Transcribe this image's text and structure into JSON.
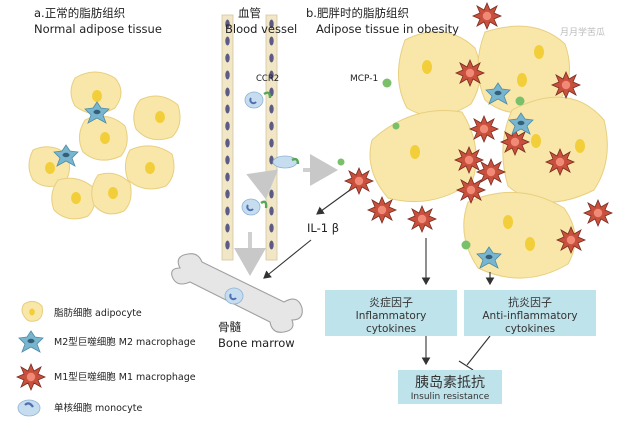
{
  "panel_a": {
    "title_zh": "a.正常的脂肪组织",
    "title_en": "Normal adipose tissue"
  },
  "vessel": {
    "label_zh": "血管",
    "label_en": "Blood vessel",
    "receptor_label": "CCR2"
  },
  "panel_b": {
    "title_zh": "b.肥胖时的脂肪组织",
    "title_en": "Adipose tissue in obesity",
    "mcp_label": "MCP-1"
  },
  "il1b_label": "IL-1 β",
  "bone_marrow": {
    "label_zh": "骨髓",
    "label_en": "Bone marrow"
  },
  "boxes": {
    "inflammatory": {
      "zh": "炎症因子",
      "en1": "Inflammatory",
      "en2": "cytokines"
    },
    "anti_inflammatory": {
      "zh": "抗炎因子",
      "en1": "Anti-inflammatory",
      "en2": "cytokines"
    },
    "insulin_resistance": {
      "zh": "胰岛素抵抗",
      "en": "Insulin resistance"
    }
  },
  "legend": [
    {
      "icon": "adipocyte-icon",
      "text": "脂肪细胞 adipocyte"
    },
    {
      "icon": "m2-macrophage-icon",
      "text": "M2型巨噬细胞 M2 macrophage"
    },
    {
      "icon": "m1-macrophage-icon",
      "text": "M1型巨噬细胞 M1 macrophage"
    },
    {
      "icon": "monocyte-icon",
      "text": "单核细胞 monocyte"
    }
  ],
  "watermark": "月月学苦瓜",
  "colors": {
    "adipocyte": "#f8e7a8",
    "adipocyte_stroke": "#e8cf80",
    "nucleus": "#f2cf3a",
    "m1": "#d7503a",
    "m1_center": "#f07d6a",
    "m2": "#78b6d0",
    "monocyte": "#b9d4ea",
    "vessel_fill": "#f1e6c6",
    "box_fill": "#bfe3ea",
    "mcp_dot": "#79c06b"
  }
}
